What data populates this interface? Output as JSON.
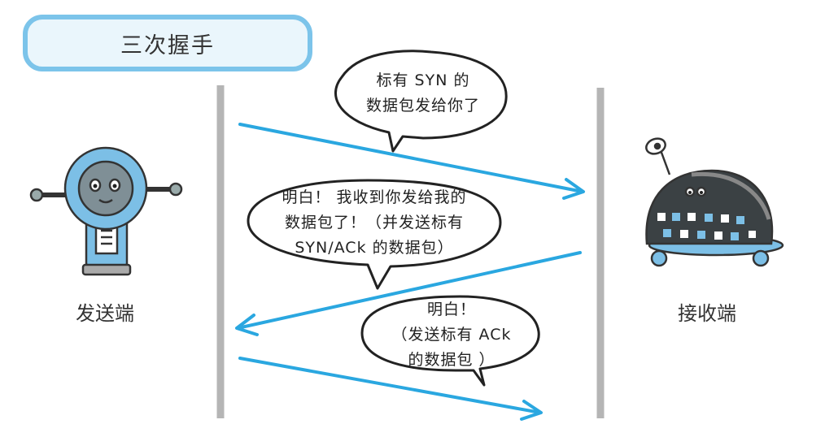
{
  "title": "三次握手",
  "sender_label": "发送端",
  "receiver_label": "接收端",
  "bubbles": [
    {
      "lines": [
        "标有 SYN 的",
        "数据包发给你了"
      ]
    },
    {
      "lines": [
        "明白！ 我收到你发给我的",
        "数据包了！（并发送标有",
        "SYN/ACk 的数据包）"
      ]
    },
    {
      "lines": [
        "明白！",
        "（发送标有 ACk",
        "的数据包 ）"
      ]
    }
  ],
  "colors": {
    "arrow": "#2aa7e0",
    "timeline": "#b5b5b5",
    "title_border": "#7cc4ea",
    "robot_blue": "#7cbfe6"
  }
}
